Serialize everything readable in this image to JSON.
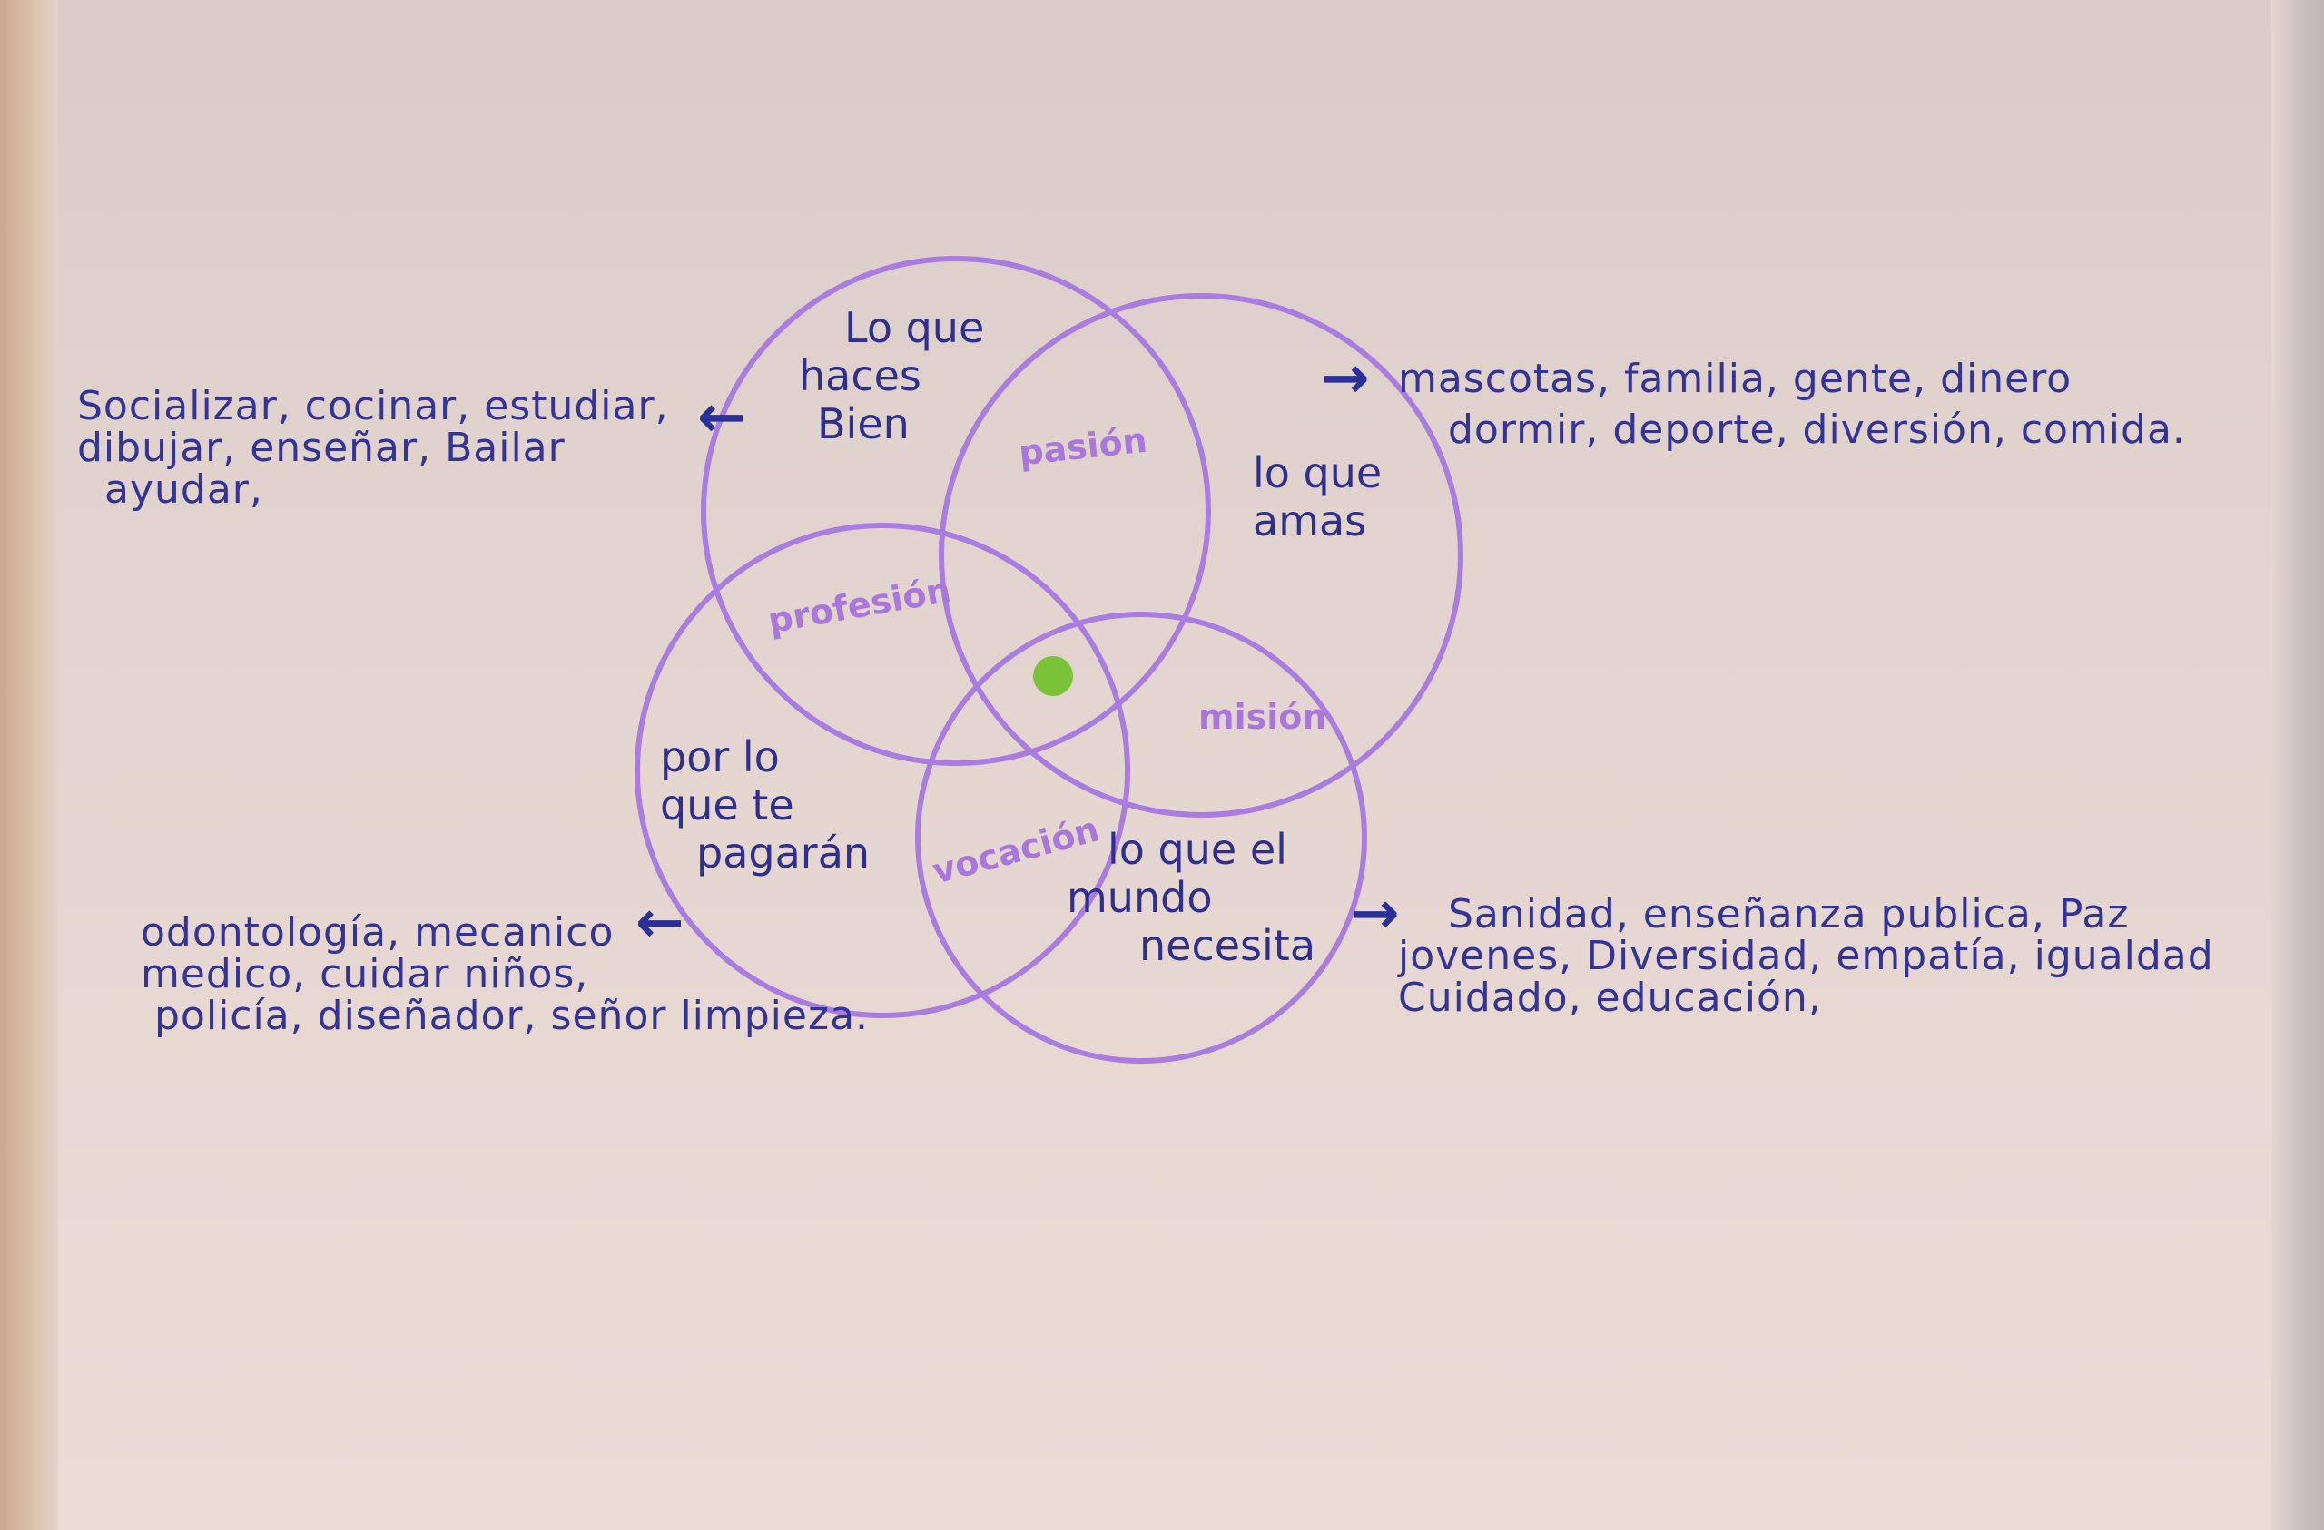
{
  "circles": {
    "haces_bien": [
      "Lo que",
      "haces",
      "Bien"
    ],
    "amas": [
      "lo que",
      "amas"
    ],
    "pagaran": [
      "por lo",
      "que te",
      "pagarán"
    ],
    "mundo": [
      "lo que el",
      "mundo",
      "necesita"
    ]
  },
  "overlaps": {
    "pasion": "pasión",
    "profesion": "profesión",
    "mision": "misión",
    "vocacion": "vocación"
  },
  "notes": {
    "haces_bien": [
      "Socializar, cocinar, estudiar,",
      "dibujar, enseñar, Bailar",
      "ayudar,"
    ],
    "amas": [
      "mascotas, familia, gente, dinero",
      "dormir, deporte, diversión, comida."
    ],
    "pagaran": [
      "odontología, mecanico",
      "medico, cuidar niños,",
      "policía, diseñador, señor limpieza."
    ],
    "mundo": [
      "Sanidad, enseñanza publica, Paz",
      "jovenes, Diversidad, empatía, igualdad",
      "Cuidado, educación,"
    ]
  },
  "colors": {
    "circle": "#a87ce0",
    "ink": "#33339a",
    "center_dot": "#7bc43a"
  }
}
